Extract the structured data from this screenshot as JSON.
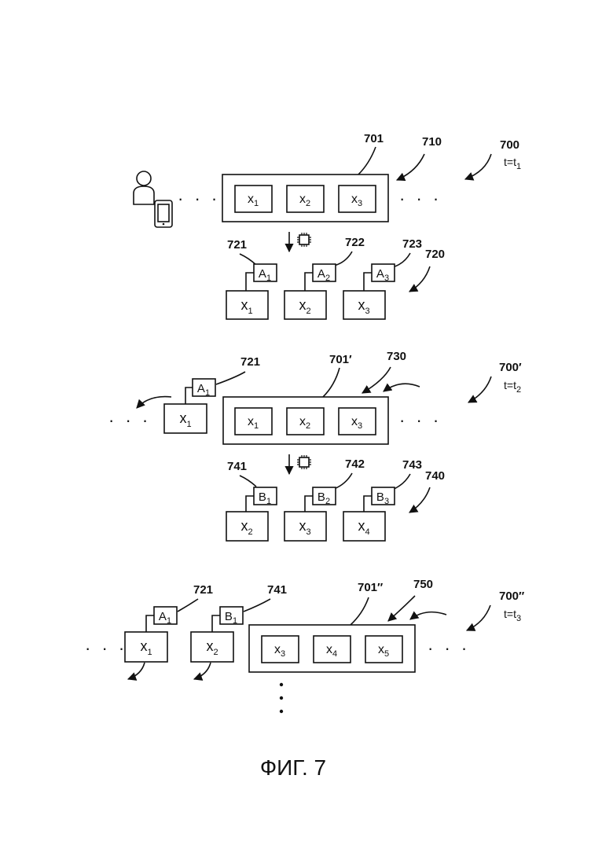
{
  "figure_caption": "ФИГ. 7",
  "ellipsis": "· · ·",
  "stage1": {
    "ref": "700",
    "time_lhs": "t=t",
    "time_sub": "1",
    "window_ref": "701",
    "window_group_ref": "710",
    "window": [
      {
        "v": "x",
        "s": "1"
      },
      {
        "v": "x",
        "s": "2"
      },
      {
        "v": "x",
        "s": "3"
      }
    ],
    "output_group_ref": "720",
    "outputs": [
      {
        "ref": "721",
        "tag": "A",
        "tag_sub": "1",
        "v": "x",
        "s": "1"
      },
      {
        "ref": "722",
        "tag": "A",
        "tag_sub": "2",
        "v": "x",
        "s": "2"
      },
      {
        "ref": "723",
        "tag": "A",
        "tag_sub": "3",
        "v": "x",
        "s": "3"
      }
    ]
  },
  "stage2": {
    "ref": "700′",
    "time_lhs": "t=t",
    "time_sub": "2",
    "window_ref": "701′",
    "window_group_ref": "730",
    "emitted": {
      "ref": "721",
      "tag": "A",
      "tag_sub": "1",
      "v": "x",
      "s": "1"
    },
    "window": [
      {
        "v": "x",
        "s": "1"
      },
      {
        "v": "x",
        "s": "2"
      },
      {
        "v": "x",
        "s": "3"
      }
    ],
    "output_group_ref": "740",
    "outputs": [
      {
        "ref": "741",
        "tag": "B",
        "tag_sub": "1",
        "v": "x",
        "s": "2"
      },
      {
        "ref": "742",
        "tag": "B",
        "tag_sub": "2",
        "v": "x",
        "s": "3"
      },
      {
        "ref": "743",
        "tag": "B",
        "tag_sub": "3",
        "v": "x",
        "s": "4"
      }
    ]
  },
  "stage3": {
    "ref": "700′′",
    "time_lhs": "t=t",
    "time_sub": "3",
    "window_ref": "701′′",
    "window_group_ref": "750",
    "emitted": [
      {
        "ref": "721",
        "tag": "A",
        "tag_sub": "1",
        "v": "x",
        "s": "1"
      },
      {
        "ref": "741",
        "tag": "B",
        "tag_sub": "1",
        "v": "x",
        "s": "2"
      }
    ],
    "window": [
      {
        "v": "x",
        "s": "3"
      },
      {
        "v": "x",
        "s": "4"
      },
      {
        "v": "x",
        "s": "5"
      }
    ]
  }
}
